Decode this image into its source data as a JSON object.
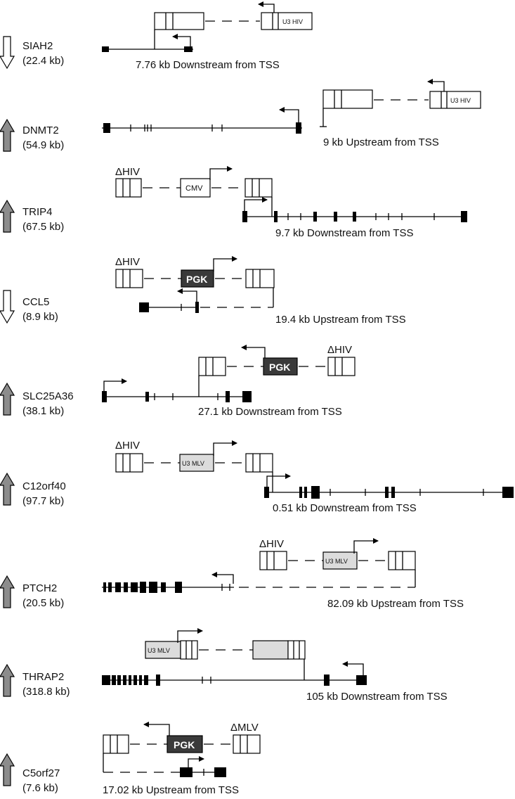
{
  "constructs": [
    {
      "gene": "SIAH2",
      "size": "(22.4 kb)",
      "position": "7.76 kb Downstream from TSS",
      "direction": "down",
      "promoter": "U3 HIV"
    },
    {
      "gene": "DNMT2",
      "size": "(54.9 kb)",
      "position": "9 kb Upstream from TSS",
      "direction": "up",
      "promoter": "U3 HIV"
    },
    {
      "gene": "TRIP4",
      "size": "(67.5 kb)",
      "position": "9.7 kb Downstream from TSS",
      "direction": "up",
      "ltr": "ΔHIV",
      "promoter": "CMV"
    },
    {
      "gene": "CCL5",
      "size": "(8.9 kb)",
      "position": "19.4 kb Upstream from TSS",
      "direction": "down",
      "ltr": "ΔHIV",
      "promoter": "PGK"
    },
    {
      "gene": "SLC25A36",
      "size": "(38.1 kb)",
      "position": "27.1 kb Downstream from TSS",
      "direction": "up",
      "ltr": "ΔHIV",
      "promoter": "PGK"
    },
    {
      "gene": "C12orf40",
      "size": "(97.7 kb)",
      "position": "0.51 kb Downstream from TSS",
      "direction": "up",
      "ltr": "ΔHIV",
      "promoter": "U3 MLV"
    },
    {
      "gene": "PTCH2",
      "size": "(20.5 kb)",
      "position": "82.09 kb Upstream from TSS",
      "direction": "up",
      "ltr": "ΔHIV",
      "promoter": "U3 MLV"
    },
    {
      "gene": "THRAP2",
      "size": "(318.8 kb)",
      "position": "105 kb Downstream from TSS",
      "direction": "up",
      "promoter": "U3 MLV"
    },
    {
      "gene": "C5orf27",
      "size": "(7.6 kb)",
      "position": "17.02 kb Upstream from TSS",
      "direction": "up",
      "ltr": "ΔMLV",
      "promoter": "PGK"
    }
  ],
  "colors": {
    "up_arrow": "#8c8c8c",
    "down_arrow": "#ffffff",
    "dark_promoter": "#3a3a3a",
    "light_promoter": "#dcdcdc"
  }
}
